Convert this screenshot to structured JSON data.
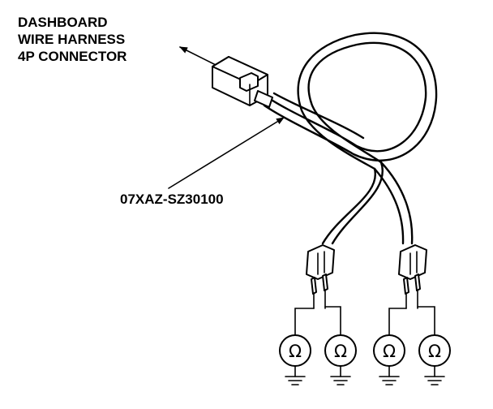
{
  "labels": {
    "connector_line1": "DASHBOARD",
    "connector_line2": "WIRE HARNESS",
    "connector_line3": "4P CONNECTOR",
    "part_number": "07XAZ-SZ30100"
  },
  "ohmmeter_symbol": "Ω",
  "icons": [
    "connector-icon",
    "probe-icon",
    "ohmmeter-icon",
    "ground-icon",
    "arrow-icon"
  ],
  "colors": {
    "ink": "#000000",
    "paper": "#ffffff"
  }
}
